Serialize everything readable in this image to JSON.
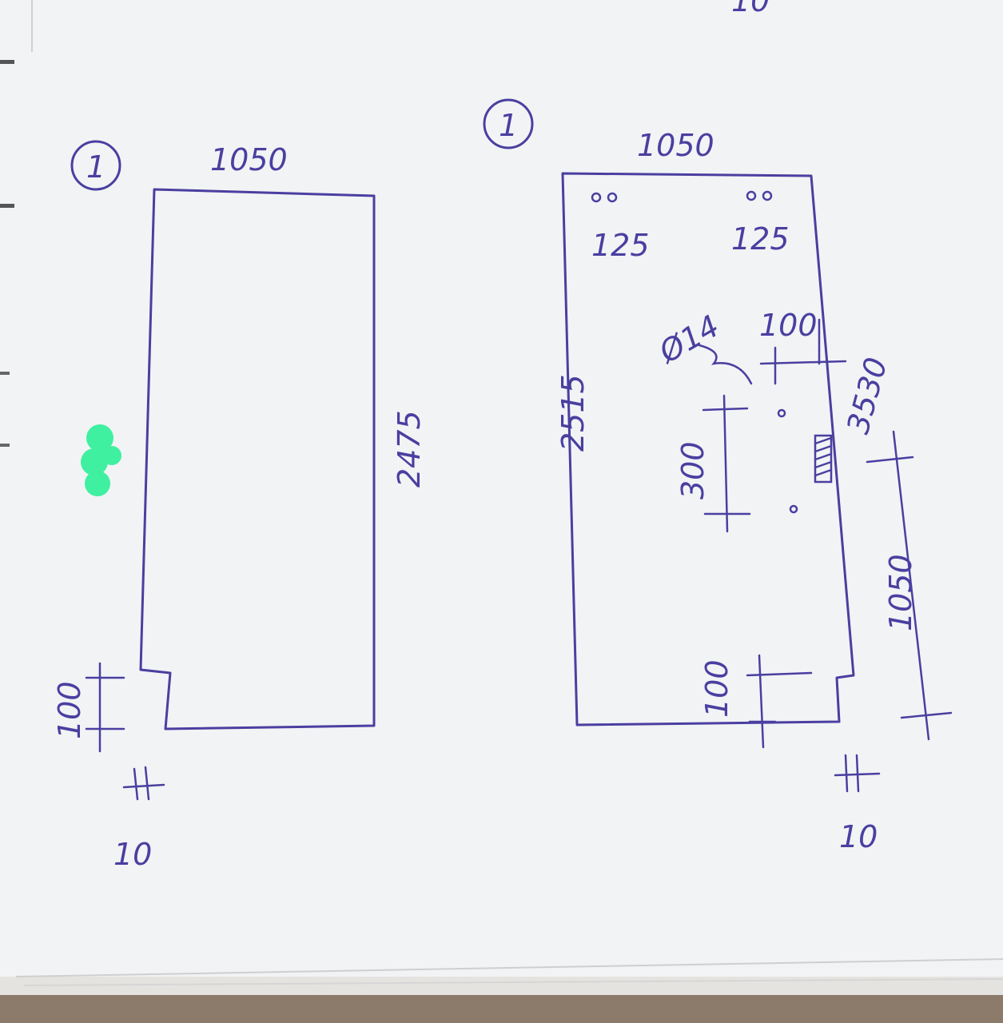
{
  "colors": {
    "ink": "#4a3fa0",
    "paper": "#f3f4f6",
    "highlighter": "#3ff0a0",
    "table": "#8c7a6a"
  },
  "left_part": {
    "marker": "1",
    "width_label": "1050",
    "height_label": "2475",
    "notch_label": "100",
    "thickness_label": "10"
  },
  "right_part": {
    "marker": "1",
    "width_label": "1050",
    "height_label": "2515",
    "hole_spacing_left": "125",
    "hole_spacing_right": "125",
    "hole_diameter": "Ø14",
    "edge_offset": "100",
    "slot_length": "300",
    "slot_position": "3530",
    "lower_span": "1050",
    "notch_label": "100",
    "thickness_label": "10"
  },
  "top_fragment": "10"
}
